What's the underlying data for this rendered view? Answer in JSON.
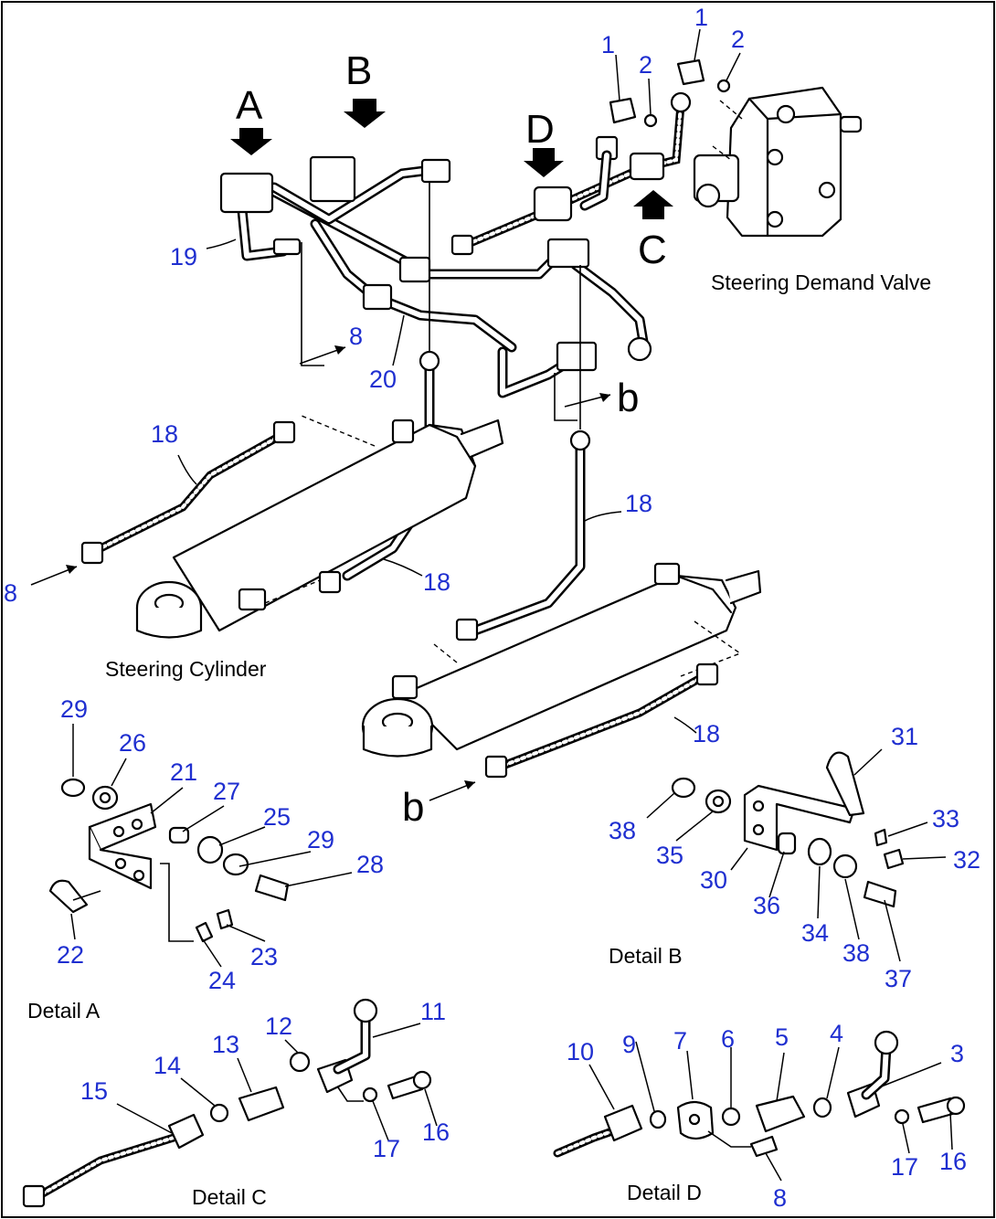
{
  "captions": {
    "valve": "Steering Demand Valve",
    "cylinder": "Steering Cylinder",
    "detail_a": "Detail A",
    "detail_b": "Detail B",
    "detail_c": "Detail C",
    "detail_d": "Detail D"
  },
  "view_letters": [
    "A",
    "B",
    "C",
    "D"
  ],
  "section_letters": [
    "b",
    "b"
  ],
  "part_numbers": {
    "main": [
      "1",
      "2",
      "1",
      "2",
      "19",
      "8",
      "20",
      "18",
      "18",
      "18",
      "18",
      "8"
    ],
    "detail_a": [
      "29",
      "26",
      "21",
      "27",
      "25",
      "29",
      "28",
      "22",
      "24",
      "23"
    ],
    "detail_b": [
      "31",
      "33",
      "32",
      "38",
      "35",
      "30",
      "36",
      "34",
      "38",
      "37"
    ],
    "detail_c": [
      "11",
      "12",
      "13",
      "14",
      "15",
      "17",
      "16"
    ],
    "detail_d": [
      "10",
      "9",
      "7",
      "6",
      "5",
      "4",
      "3",
      "17",
      "16",
      "8"
    ]
  },
  "colors": {
    "callout": "#1f2fd0",
    "line": "#000000",
    "background": "#ffffff"
  }
}
